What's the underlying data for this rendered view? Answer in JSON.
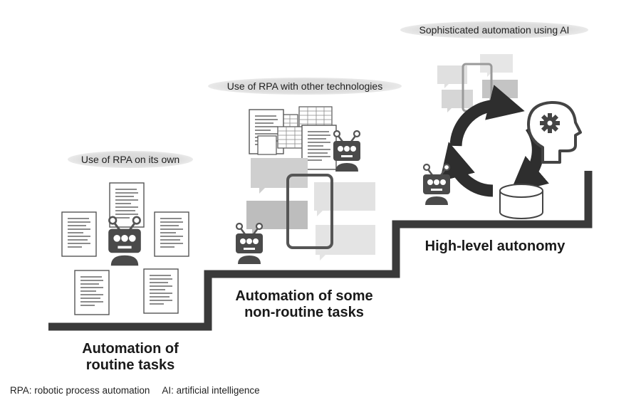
{
  "captions": {
    "stage1": "Use of RPA on its own",
    "stage2": "Use of RPA with other technologies",
    "stage3": "Sophisticated automation using AI"
  },
  "stage_titles": {
    "stage1": [
      "Automation of",
      "routine tasks"
    ],
    "stage2": [
      "Automation of some",
      "non-routine tasks"
    ],
    "stage3": [
      "High-level autonomy"
    ]
  },
  "footnote": {
    "rpa": "RPA: robotic process automation",
    "ai": "AI: artificial intelligence"
  },
  "icons": [
    "document-icon",
    "robot-icon",
    "spreadsheet-icon",
    "chat-bubble-icon",
    "smartphone-icon",
    "cycle-arrows-icon",
    "head-gear-icon",
    "database-icon"
  ],
  "colors": {
    "stairs": "#3a3a3a",
    "robot": "#4a4a4a",
    "bubble_light": "#e3e3e3",
    "bubble_mid": "#cccccc",
    "bubble_dark": "#b8b8b8"
  }
}
